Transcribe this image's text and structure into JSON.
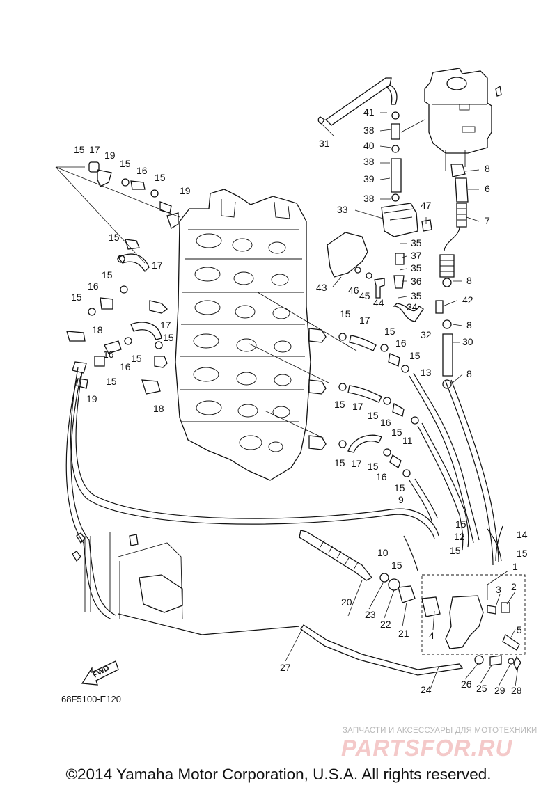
{
  "diagram": {
    "drawing_code": "68F5100-E120",
    "fwd_label": "FWD",
    "copyright": "©2014 Yamaha Motor Corporation, U.S.A. All rights reserved.",
    "watermark": {
      "tagline": "ЗАПЧАСТИ И АКСЕССУАРЫ ДЛЯ МОТОТЕХНИКИ",
      "logo": "PARTSFOR.RU"
    },
    "callouts": [
      {
        "id": "c01",
        "text": "1"
      },
      {
        "id": "c02",
        "text": "2"
      },
      {
        "id": "c03",
        "text": "3"
      },
      {
        "id": "c04",
        "text": "4"
      },
      {
        "id": "c05",
        "text": "5"
      },
      {
        "id": "c06",
        "text": "6"
      },
      {
        "id": "c07",
        "text": "7"
      },
      {
        "id": "c08a",
        "text": "8"
      },
      {
        "id": "c08b",
        "text": "8"
      },
      {
        "id": "c08c",
        "text": "8"
      },
      {
        "id": "c08d",
        "text": "8"
      },
      {
        "id": "c09",
        "text": "9"
      },
      {
        "id": "c10",
        "text": "10"
      },
      {
        "id": "c11",
        "text": "11"
      },
      {
        "id": "c12",
        "text": "12"
      },
      {
        "id": "c13",
        "text": "13"
      },
      {
        "id": "c14",
        "text": "14"
      },
      {
        "id": "c15a",
        "text": "15"
      },
      {
        "id": "c15b",
        "text": "15"
      },
      {
        "id": "c15c",
        "text": "15"
      },
      {
        "id": "c15d",
        "text": "15"
      },
      {
        "id": "c15e",
        "text": "15"
      },
      {
        "id": "c15f",
        "text": "15"
      },
      {
        "id": "c15g",
        "text": "15"
      },
      {
        "id": "c15h",
        "text": "15"
      },
      {
        "id": "c15i",
        "text": "15"
      },
      {
        "id": "c15j",
        "text": "15"
      },
      {
        "id": "c15k",
        "text": "15"
      },
      {
        "id": "c15l",
        "text": "15"
      },
      {
        "id": "c15m",
        "text": "15"
      },
      {
        "id": "c15n",
        "text": "15"
      },
      {
        "id": "c15o",
        "text": "15"
      },
      {
        "id": "c15p",
        "text": "15"
      },
      {
        "id": "c15q",
        "text": "15"
      },
      {
        "id": "c15r",
        "text": "15"
      },
      {
        "id": "c15s",
        "text": "15"
      },
      {
        "id": "c15t",
        "text": "15"
      },
      {
        "id": "c15u",
        "text": "15"
      },
      {
        "id": "c15v",
        "text": "15"
      },
      {
        "id": "c16a",
        "text": "16"
      },
      {
        "id": "c16b",
        "text": "16"
      },
      {
        "id": "c16c",
        "text": "16"
      },
      {
        "id": "c16d",
        "text": "16"
      },
      {
        "id": "c16e",
        "text": "16"
      },
      {
        "id": "c16f",
        "text": "16"
      },
      {
        "id": "c16g",
        "text": "16"
      },
      {
        "id": "c17a",
        "text": "17"
      },
      {
        "id": "c17b",
        "text": "17"
      },
      {
        "id": "c17c",
        "text": "17"
      },
      {
        "id": "c17d",
        "text": "17"
      },
      {
        "id": "c17e",
        "text": "17"
      },
      {
        "id": "c17f",
        "text": "17"
      },
      {
        "id": "c18a",
        "text": "18"
      },
      {
        "id": "c18b",
        "text": "18"
      },
      {
        "id": "c19a",
        "text": "19"
      },
      {
        "id": "c19b",
        "text": "19"
      },
      {
        "id": "c19c",
        "text": "19"
      },
      {
        "id": "c20",
        "text": "20"
      },
      {
        "id": "c21",
        "text": "21"
      },
      {
        "id": "c22",
        "text": "22"
      },
      {
        "id": "c23",
        "text": "23"
      },
      {
        "id": "c24",
        "text": "24"
      },
      {
        "id": "c25",
        "text": "25"
      },
      {
        "id": "c26",
        "text": "26"
      },
      {
        "id": "c27",
        "text": "27"
      },
      {
        "id": "c28",
        "text": "28"
      },
      {
        "id": "c29",
        "text": "29"
      },
      {
        "id": "c30",
        "text": "30"
      },
      {
        "id": "c31",
        "text": "31"
      },
      {
        "id": "c32",
        "text": "32"
      },
      {
        "id": "c33",
        "text": "33"
      },
      {
        "id": "c34",
        "text": "34"
      },
      {
        "id": "c35a",
        "text": "35"
      },
      {
        "id": "c35b",
        "text": "35"
      },
      {
        "id": "c35c",
        "text": "35"
      },
      {
        "id": "c36",
        "text": "36"
      },
      {
        "id": "c37",
        "text": "37"
      },
      {
        "id": "c38a",
        "text": "38"
      },
      {
        "id": "c38b",
        "text": "38"
      },
      {
        "id": "c38c",
        "text": "38"
      },
      {
        "id": "c39",
        "text": "39"
      },
      {
        "id": "c40",
        "text": "40"
      },
      {
        "id": "c41",
        "text": "41"
      },
      {
        "id": "c42",
        "text": "42"
      },
      {
        "id": "c43",
        "text": "43"
      },
      {
        "id": "c44",
        "text": "44"
      },
      {
        "id": "c45",
        "text": "45"
      },
      {
        "id": "c46",
        "text": "46"
      },
      {
        "id": "c47",
        "text": "47"
      }
    ]
  }
}
